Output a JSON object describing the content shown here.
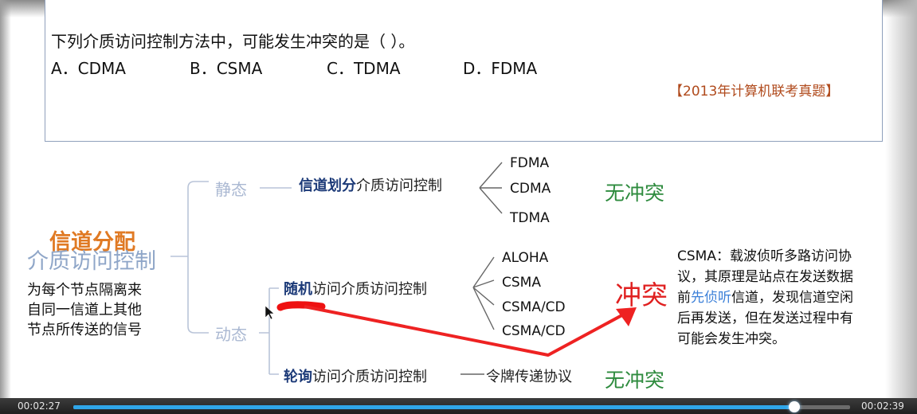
{
  "question": {
    "text": "下列介质访问控制方法中，可能发生冲突的是（          ）。",
    "options": [
      "A．CDMA",
      "B．CSMA",
      "C．TDMA",
      "D．FDMA"
    ],
    "source": "【2013年计算机联考真题】"
  },
  "diagram": {
    "root_title": "信道分配",
    "root_subtitle": "介质访问控制",
    "root_desc": [
      "为每个节点隔离来",
      "自同一信道上其他",
      "节点所传送的信号"
    ],
    "static_label": "静态",
    "dynamic_label": "动态",
    "channel_div_bold": "信道划分",
    "channel_div_rest": "介质访问控制",
    "static_protocols": [
      "FDMA",
      "CDMA",
      "TDMA"
    ],
    "no_conflict_1": "无冲突",
    "random_bold": "随机",
    "random_rest": "访问介质访问控制",
    "random_protocols": [
      "ALOHA",
      "CSMA",
      "CSMA/CD",
      "CSMA/CD"
    ],
    "conflict": "冲突",
    "polling_bold": "轮询",
    "polling_rest": "访问介质访问控制",
    "token": "令牌传递协议",
    "no_conflict_2": "无冲突",
    "csma_lines": [
      "CSMA：载波侦听多路访问协",
      "议，其原理是站点在发送数据"
    ],
    "csma_line3_pre": "前",
    "csma_line3_blue": "先侦听",
    "csma_line3_post": "信道，发现信道空闲",
    "csma_lines_end": [
      "后再发送，但在发送过程中有",
      "可能会发生冲突。"
    ]
  },
  "player": {
    "current_time": "00:02:27",
    "total_time": "00:02:39",
    "progress": 0.93
  },
  "colors": {
    "accent_orange": "#e07a24",
    "green": "#2e8b3e",
    "red": "#e02020",
    "progress": "#2fa5e8"
  }
}
